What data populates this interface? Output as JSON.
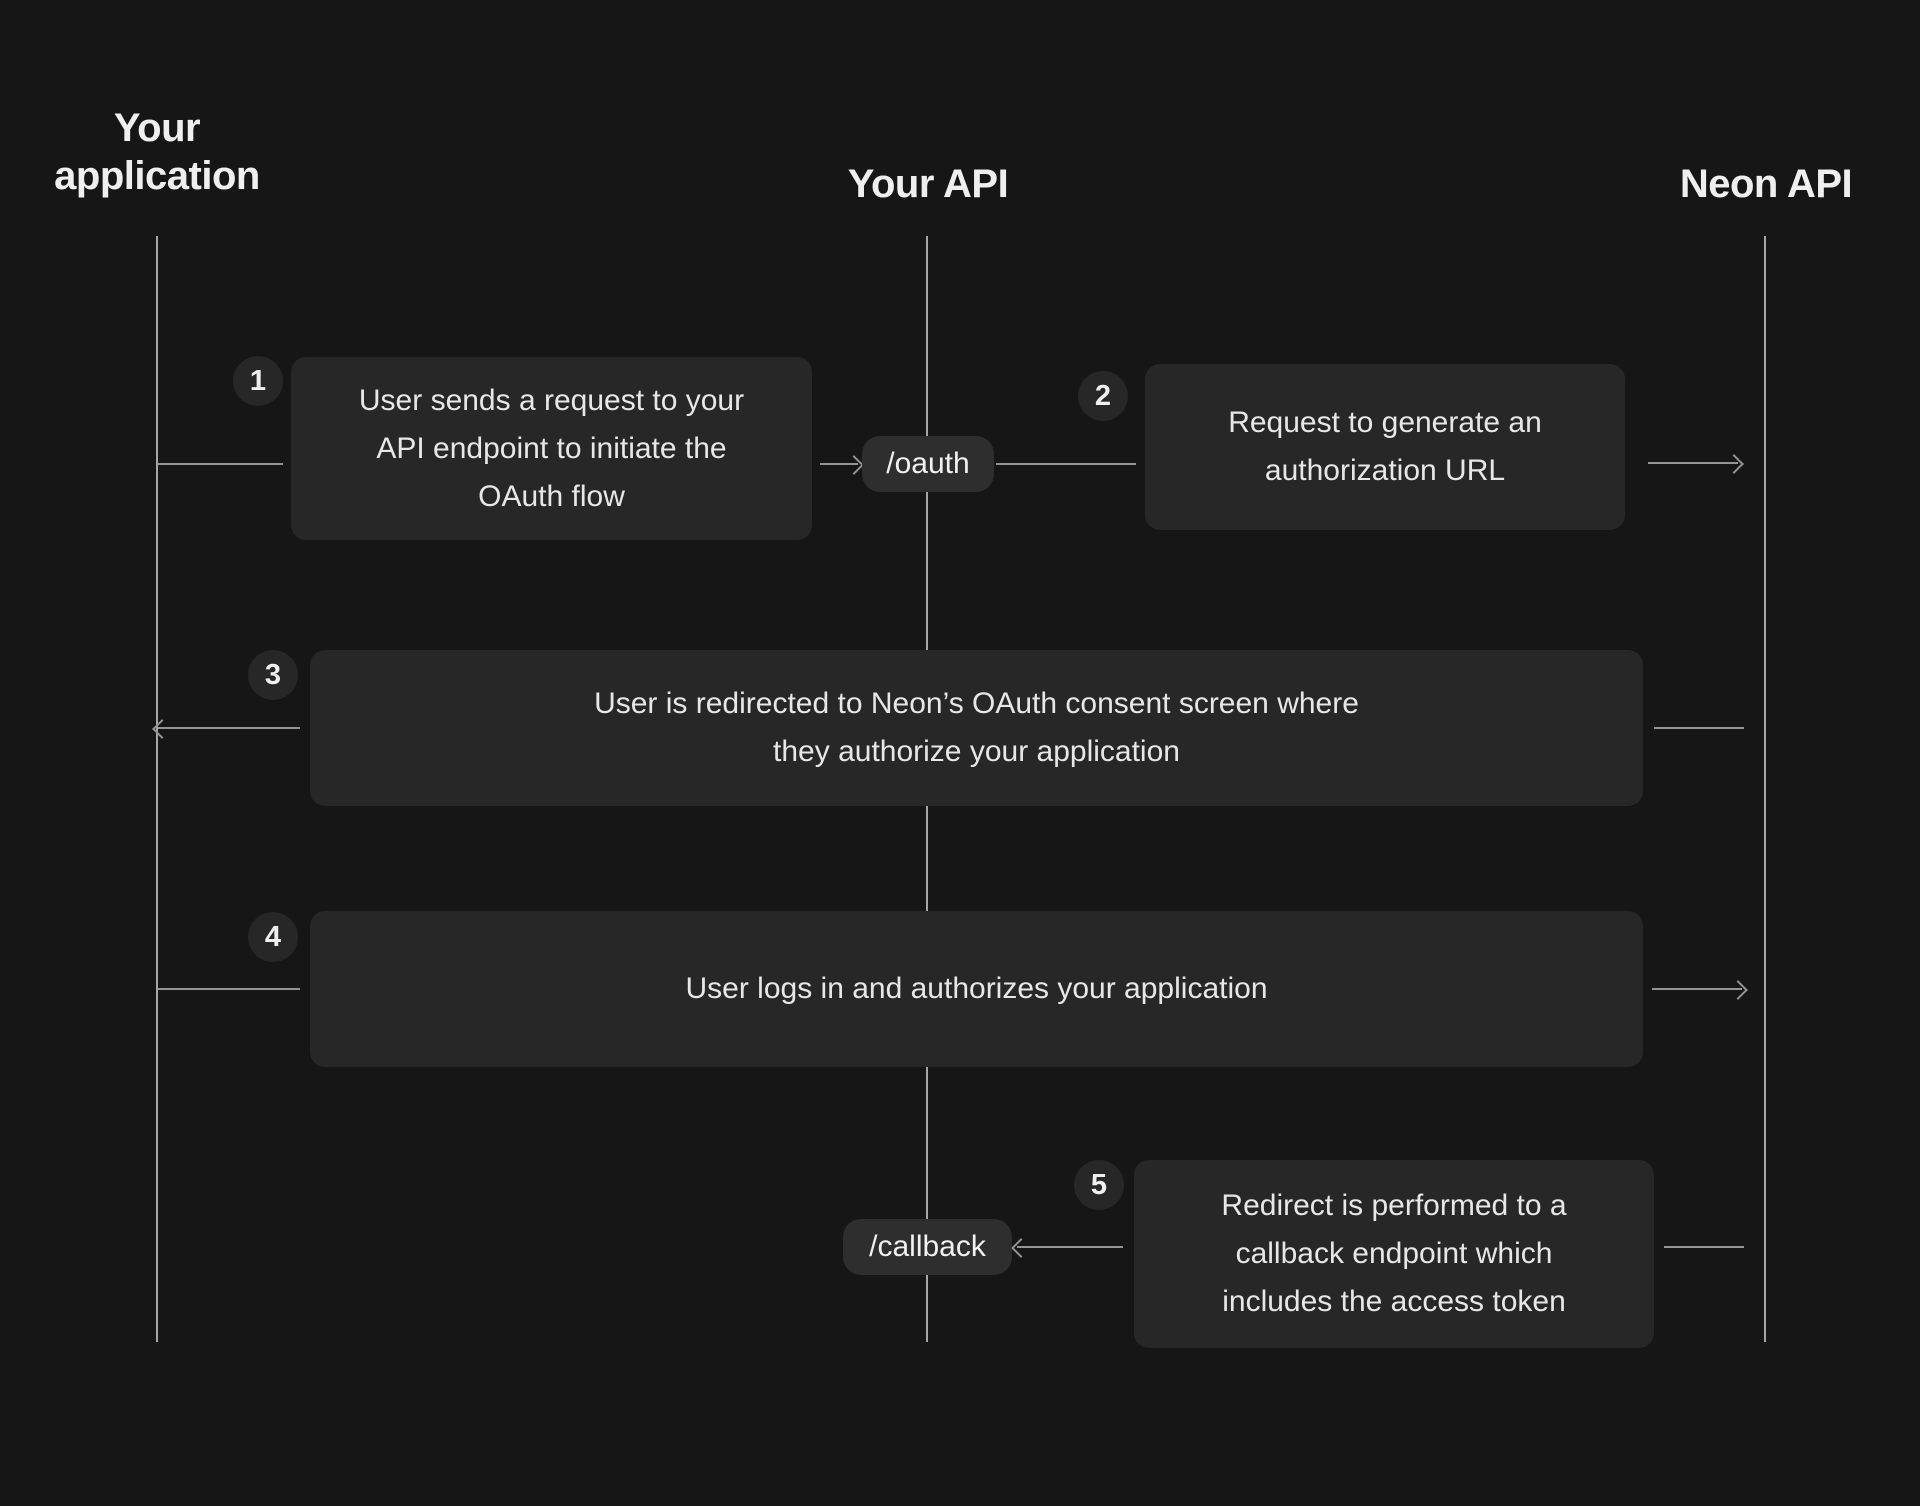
{
  "diagram": {
    "title": "OAuth flow sequence diagram",
    "actors": [
      {
        "id": "your-application",
        "label": "Your\napplication"
      },
      {
        "id": "your-api",
        "label": "Your API"
      },
      {
        "id": "neon-api",
        "label": "Neon API"
      }
    ],
    "endpoints": {
      "oauth": "/oauth",
      "callback": "/callback"
    },
    "steps": [
      {
        "number": "1",
        "from": "Your application",
        "to": "Your API",
        "text": "User sends a request to your\nAPI endpoint to initiate the\nOAuth flow"
      },
      {
        "number": "2",
        "from": "Your API",
        "to": "Neon API",
        "text": "Request to generate an\nauthorization URL"
      },
      {
        "number": "3",
        "from": "Neon API",
        "to": "Your application",
        "text": "User is redirected to Neon’s OAuth consent screen where\nthey authorize your application"
      },
      {
        "number": "4",
        "from": "Your application",
        "to": "Neon API",
        "text": "User logs in and authorizes your application"
      },
      {
        "number": "5",
        "from": "Neon API",
        "to": "Your API",
        "text": "Redirect is performed to a\ncallback endpoint which\nincludes the access token"
      }
    ],
    "colors": {
      "background": "#161616",
      "box_fill": "#272727",
      "pill_fill": "#2e2e2e",
      "line": "#a6a6a6",
      "arrow": "#949494",
      "heading_text": "#efefef",
      "body_text": "#e7e7e7"
    }
  }
}
